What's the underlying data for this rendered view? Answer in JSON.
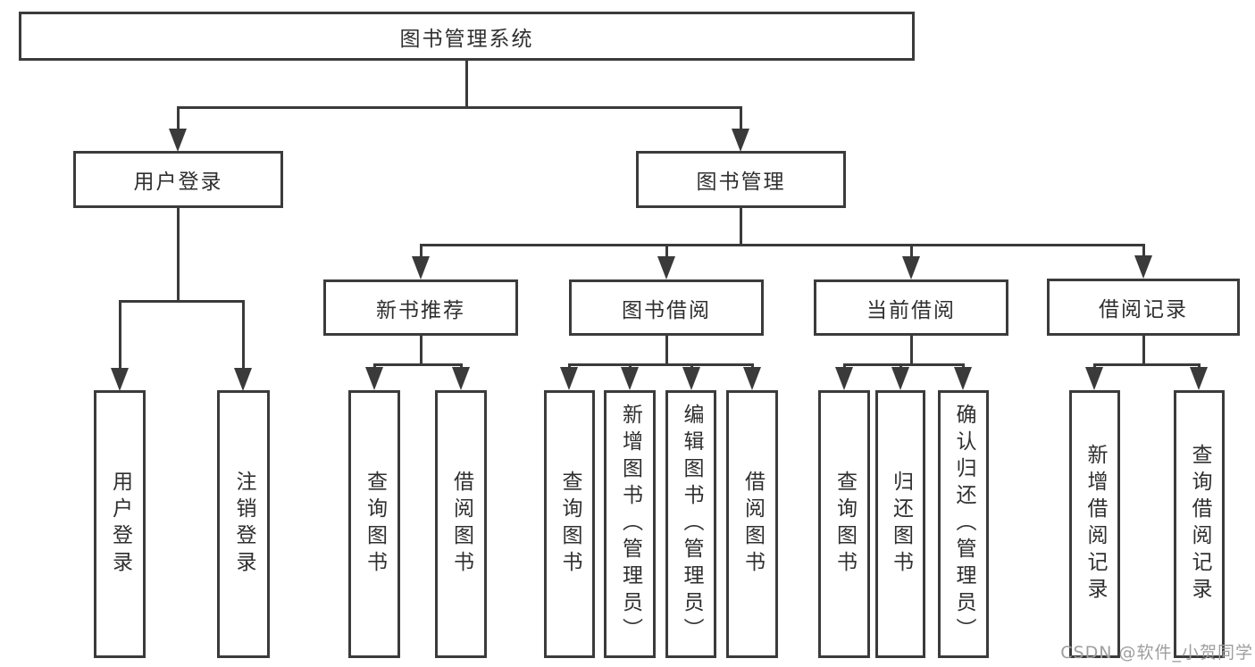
{
  "page": {
    "background": "#ffffff"
  },
  "diagram": {
    "line_color": "#3a3a3a",
    "box_border_color": "#3b3b3b",
    "text_color": "#2f2f2f",
    "root": {
      "label": "图书管理系统"
    },
    "branches": [
      {
        "label": "用户登录",
        "children": [
          {
            "label": "用户登录"
          },
          {
            "label": "注销登录"
          }
        ]
      },
      {
        "label": "图书管理",
        "children": [
          {
            "label": "新书推荐",
            "children": [
              {
                "label": "查询图书"
              },
              {
                "label": "借阅图书"
              }
            ]
          },
          {
            "label": "图书借阅",
            "children": [
              {
                "label": "查询图书"
              },
              {
                "label": "新增图书（管理员）"
              },
              {
                "label": "编辑图书（管理员）"
              },
              {
                "label": "借阅图书"
              }
            ]
          },
          {
            "label": "当前借阅",
            "children": [
              {
                "label": "查询图书"
              },
              {
                "label": "归还图书"
              },
              {
                "label": "确认归还（管理员）"
              }
            ]
          },
          {
            "label": "借阅记录",
            "children": [
              {
                "label": "新增借阅记录"
              },
              {
                "label": "查询借阅记录"
              }
            ]
          }
        ]
      }
    ]
  },
  "watermark": {
    "text": "CSDN @软件_小贺同学",
    "color": "#9e9e9e"
  }
}
